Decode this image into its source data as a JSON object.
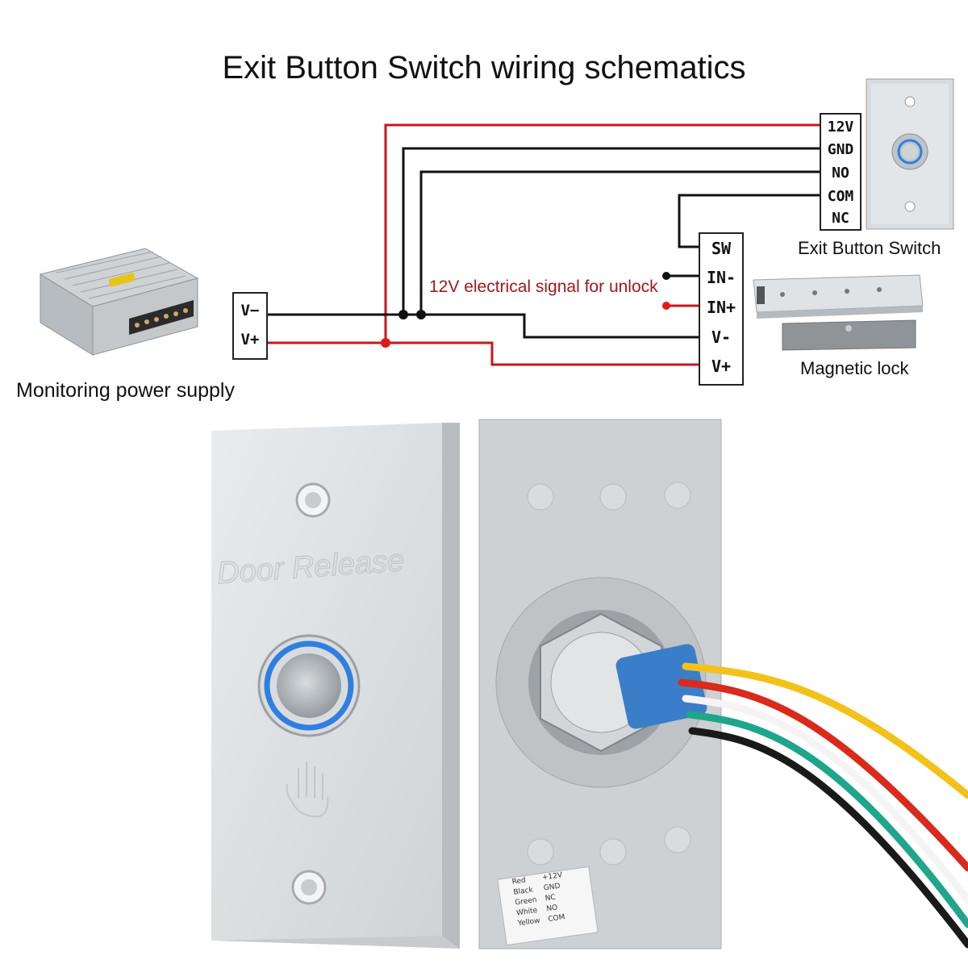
{
  "title": "Exit Button Switch  wiring schematics",
  "power_supply": {
    "caption": "Monitoring power supply",
    "terminals": [
      "V−",
      "V+"
    ]
  },
  "exit_button": {
    "caption": "Exit Button Switch",
    "terminals": [
      "12V",
      "GND",
      "NO",
      "COM",
      "NC"
    ],
    "plate_text": "Door Release"
  },
  "magnetic_lock": {
    "caption": "Magnetic lock",
    "terminals": [
      "SW",
      "IN-",
      "IN+",
      "V-",
      "V+"
    ]
  },
  "signal_note": "12V electrical signal for unlock",
  "back_label": {
    "colors": [
      "Red",
      "Black",
      "Green",
      "White",
      "Yellow"
    ],
    "functions": [
      "+12V",
      "GND",
      "NC",
      "NO",
      "COM"
    ]
  },
  "wire_colors": {
    "positive": "#c8161d",
    "negative": "#111111",
    "red": "#d92a1c",
    "yellow": "#f2c21b",
    "white": "#f4f4f4",
    "green": "#1fa58a",
    "black": "#1a1a1a",
    "ring": "#2f7fe0"
  }
}
